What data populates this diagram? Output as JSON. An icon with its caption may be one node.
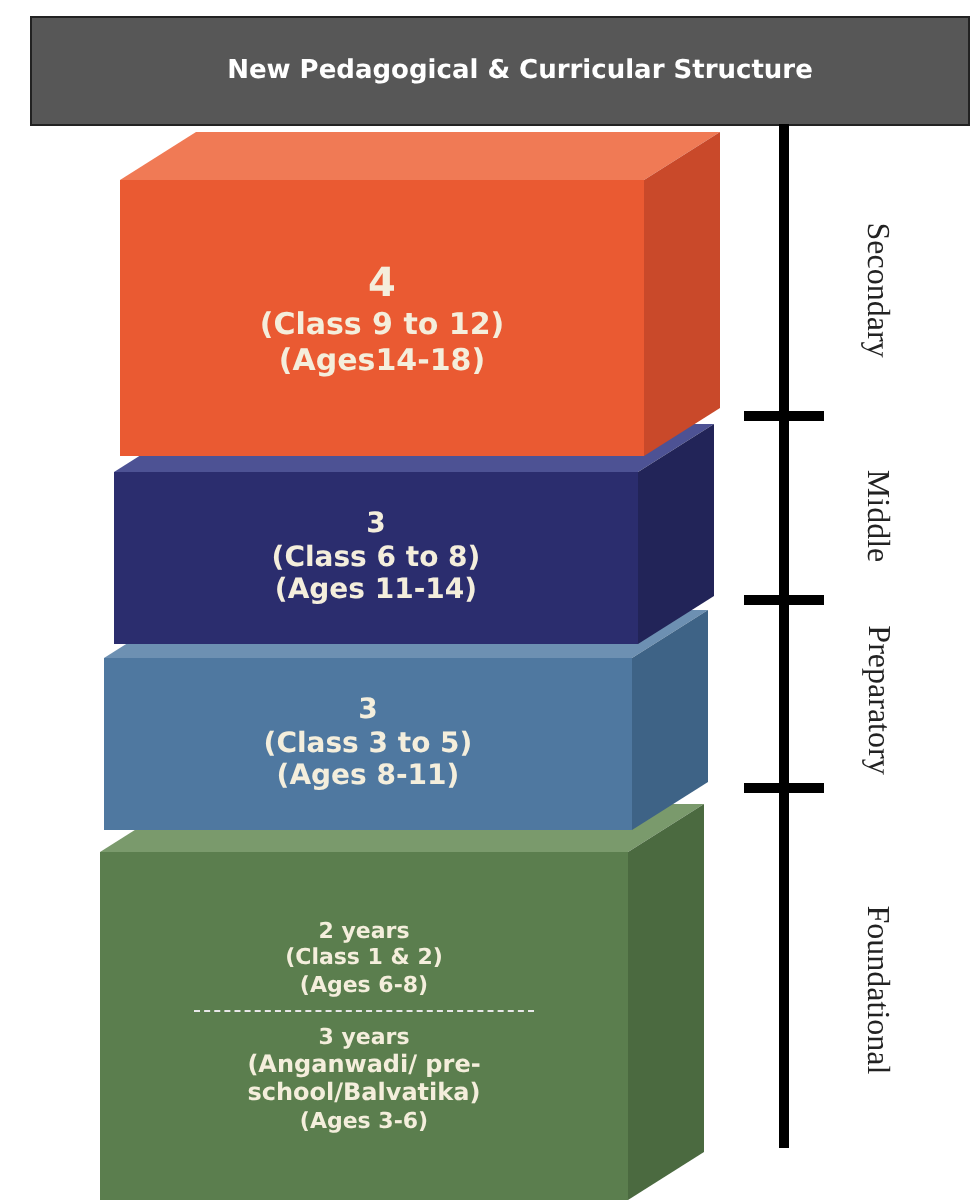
{
  "diagram": {
    "title": "New Pedagogical & Curricular Structure",
    "nodes": [
      {
        "text": [
          "4",
          "(Class 9 to 12)",
          "(Ages14-18)"
        ]
      },
      {
        "text": [
          "3",
          "(Class 6 to 8)",
          "(Ages 11-14)"
        ]
      },
      {
        "text": [
          "3",
          "(Class 3 to 5)",
          "(Ages 8-11)"
        ]
      },
      {
        "text": [
          "2 years",
          "(Class 1 & 2)",
          "(Ages 6-8)",
          "3 years",
          "(Anganwadi/ pre-school/Balvatika)",
          "(Ages 3-6)"
        ]
      }
    ],
    "labels": [
      "Secondary",
      "Middle",
      "Preparatory",
      "Foundational"
    ]
  }
}
